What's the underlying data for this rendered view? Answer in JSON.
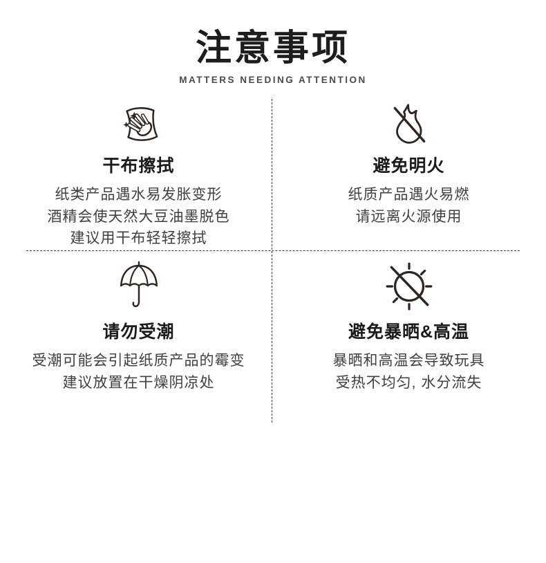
{
  "page": {
    "title": "注意事项",
    "subtitle": "MATTERS NEEDING ATTENTION"
  },
  "colors": {
    "background": "#ffffff",
    "title_text": "#1d1d1d",
    "body_text": "#3f3f3f",
    "icon_stroke": "#2e2420",
    "divider": "#3c3c3c"
  },
  "sections": [
    {
      "id": "dry-wipe",
      "icon": "cloth-wipe-icon",
      "title": "干布擦拭",
      "lines": [
        "纸类产品遇水易发胀变形",
        "酒精会使天然大豆油墨脱色",
        "建议用干布轻轻擦拭"
      ]
    },
    {
      "id": "avoid-open-flame",
      "icon": "no-open-flame-icon",
      "title": "避免明火",
      "lines": [
        "纸质产品遇火易燃",
        "请远离火源使用"
      ]
    },
    {
      "id": "keep-dry",
      "icon": "umbrella-icon",
      "title": "请勿受潮",
      "lines": [
        "受潮可能会引起纸质产品的霉变",
        "建议放置在干燥阴凉处"
      ]
    },
    {
      "id": "avoid-sun-heat",
      "icon": "no-sun-icon",
      "title": "避免暴晒&高温",
      "lines": [
        "暴晒和高温会导致玩具",
        "受热不均匀, 水分流失"
      ]
    }
  ]
}
